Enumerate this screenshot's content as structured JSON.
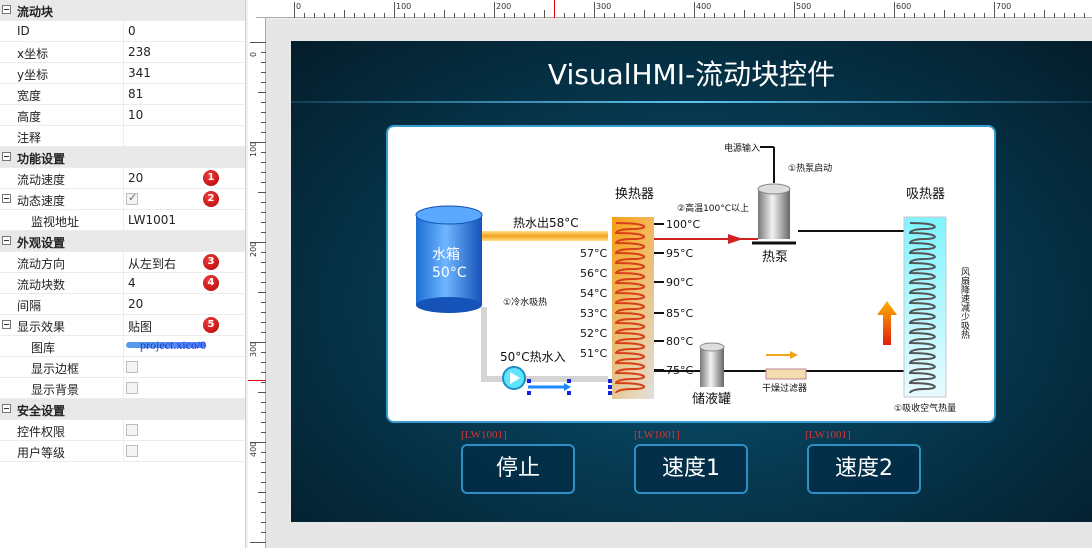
{
  "properties": {
    "cat_flow": "流动块",
    "id_label": "ID",
    "id_value": "0",
    "x_label": "x坐标",
    "x_value": "238",
    "y_label": "y坐标",
    "y_value": "341",
    "w_label": "宽度",
    "w_value": "81",
    "h_label": "高度",
    "h_value": "10",
    "note_label": "注释",
    "note_value": "",
    "cat_func": "功能设置",
    "speed_label": "流动速度",
    "speed_value": "20",
    "dyn_label": "动态速度",
    "dyn_checked": true,
    "monitor_label": "监视地址",
    "monitor_value": "LW1001",
    "cat_look": "外观设置",
    "dir_label": "流动方向",
    "dir_value": "从左到右",
    "count_label": "流动块数",
    "count_value": "4",
    "gap_label": "间隔",
    "gap_value": "20",
    "effect_label": "显示效果",
    "effect_value": "贴图",
    "lib_label": "图库",
    "lib_value": "project.xico/0",
    "border_label": "显示边框",
    "bg_label": "显示背景",
    "cat_safe": "安全设置",
    "perm_label": "控件权限",
    "level_label": "用户等级",
    "badges": [
      "1",
      "2",
      "3",
      "4",
      "5"
    ]
  },
  "rulers": {
    "h_labels": [
      "0",
      "100",
      "200",
      "300",
      "400",
      "500",
      "600",
      "700"
    ],
    "v_labels": [
      "0",
      "100",
      "200",
      "300",
      "400"
    ]
  },
  "hmi": {
    "title": "VisualHMI-流动块控件",
    "buttons": [
      {
        "label": "停止",
        "addr": "[LW1001]"
      },
      {
        "label": "速度1",
        "addr": "[LW1001]"
      },
      {
        "label": "速度2",
        "addr": "[LW1001]"
      }
    ],
    "diagram": {
      "power_in": "电源输入",
      "pump_start": "①热泵启动",
      "exchanger": "换热器",
      "absorber": "吸热器",
      "high_temp": "②高温100°C以上",
      "hot_out": "热水出58°C",
      "tank": "水箱",
      "tank_temp": "50°C",
      "cold_absorb": "①冷水吸热",
      "cold_in": "50°C热水入",
      "heat_pump": "热泵",
      "receiver": "储液罐",
      "dryer": "干燥过滤器",
      "absorb_air": "①吸收空气热量",
      "fan_text": "风扇降速减少吸热",
      "left_temps": [
        "57°C",
        "56°C",
        "54°C",
        "53°C",
        "52°C",
        "51°C"
      ],
      "right_temps": [
        "100°C",
        "95°C",
        "90°C",
        "85°C",
        "80°C",
        "75°C"
      ]
    }
  },
  "colors": {
    "screen_bg": "#063a52",
    "button_border": "#2d8fc4",
    "addr_text": "#dd3333",
    "badge": "#cc0000"
  }
}
